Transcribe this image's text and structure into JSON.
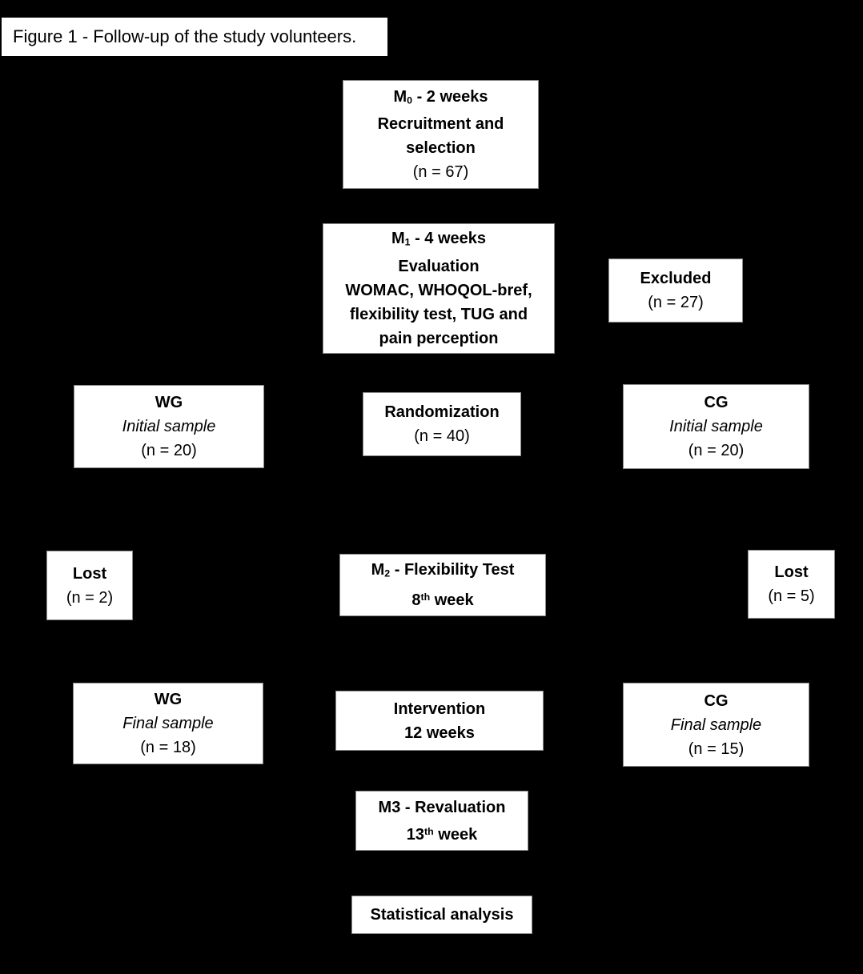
{
  "title": {
    "text": "Figure 1 - Follow-up of the study volunteers."
  },
  "colors": {
    "background": "#000000",
    "box_fill": "#ffffff",
    "text": "#000000"
  },
  "boxes": {
    "m0": {
      "label_prefix": "M",
      "label_subscript": "0",
      "label_suffix": " - 2 weeks",
      "line2": "Recruitment and",
      "line3": "selection",
      "count": "(n = 67)"
    },
    "m1": {
      "label_prefix": "M",
      "label_subscript": "1",
      "label_suffix": " - 4 weeks",
      "line2": "Evaluation",
      "line3": "WOMAC, WHOQOL-bref,",
      "line4": "flexibility test, TUG and",
      "line5": "pain perception"
    },
    "excluded": {
      "title": "Excluded",
      "count": "(n = 27)"
    },
    "wg_initial": {
      "group": "WG",
      "sample": "Initial sample",
      "count": "(n = 20)"
    },
    "randomization": {
      "title": "Randomization",
      "count": "(n = 40)"
    },
    "cg_initial": {
      "group": "CG",
      "sample": "Initial sample",
      "count": "(n = 20)"
    },
    "lost_left": {
      "title": "Lost",
      "count": "(n = 2)"
    },
    "m2": {
      "label_prefix": "M",
      "label_subscript": "2",
      "label_suffix": " - Flexibility Test",
      "week_number": "8",
      "week_ordinal": "th",
      "week_suffix": " week"
    },
    "lost_right": {
      "title": "Lost",
      "count": "(n = 5)"
    },
    "wg_final": {
      "group": "WG",
      "sample": "Final sample",
      "count": "(n = 18)"
    },
    "intervention": {
      "title": "Intervention",
      "duration": "12 weeks"
    },
    "cg_final": {
      "group": "CG",
      "sample": "Final sample",
      "count": "(n = 15)"
    },
    "m3": {
      "title": "M3 - Revaluation",
      "week_number": "13",
      "week_ordinal": "th",
      "week_suffix": " week"
    },
    "statistical": {
      "title": "Statistical analysis"
    }
  }
}
